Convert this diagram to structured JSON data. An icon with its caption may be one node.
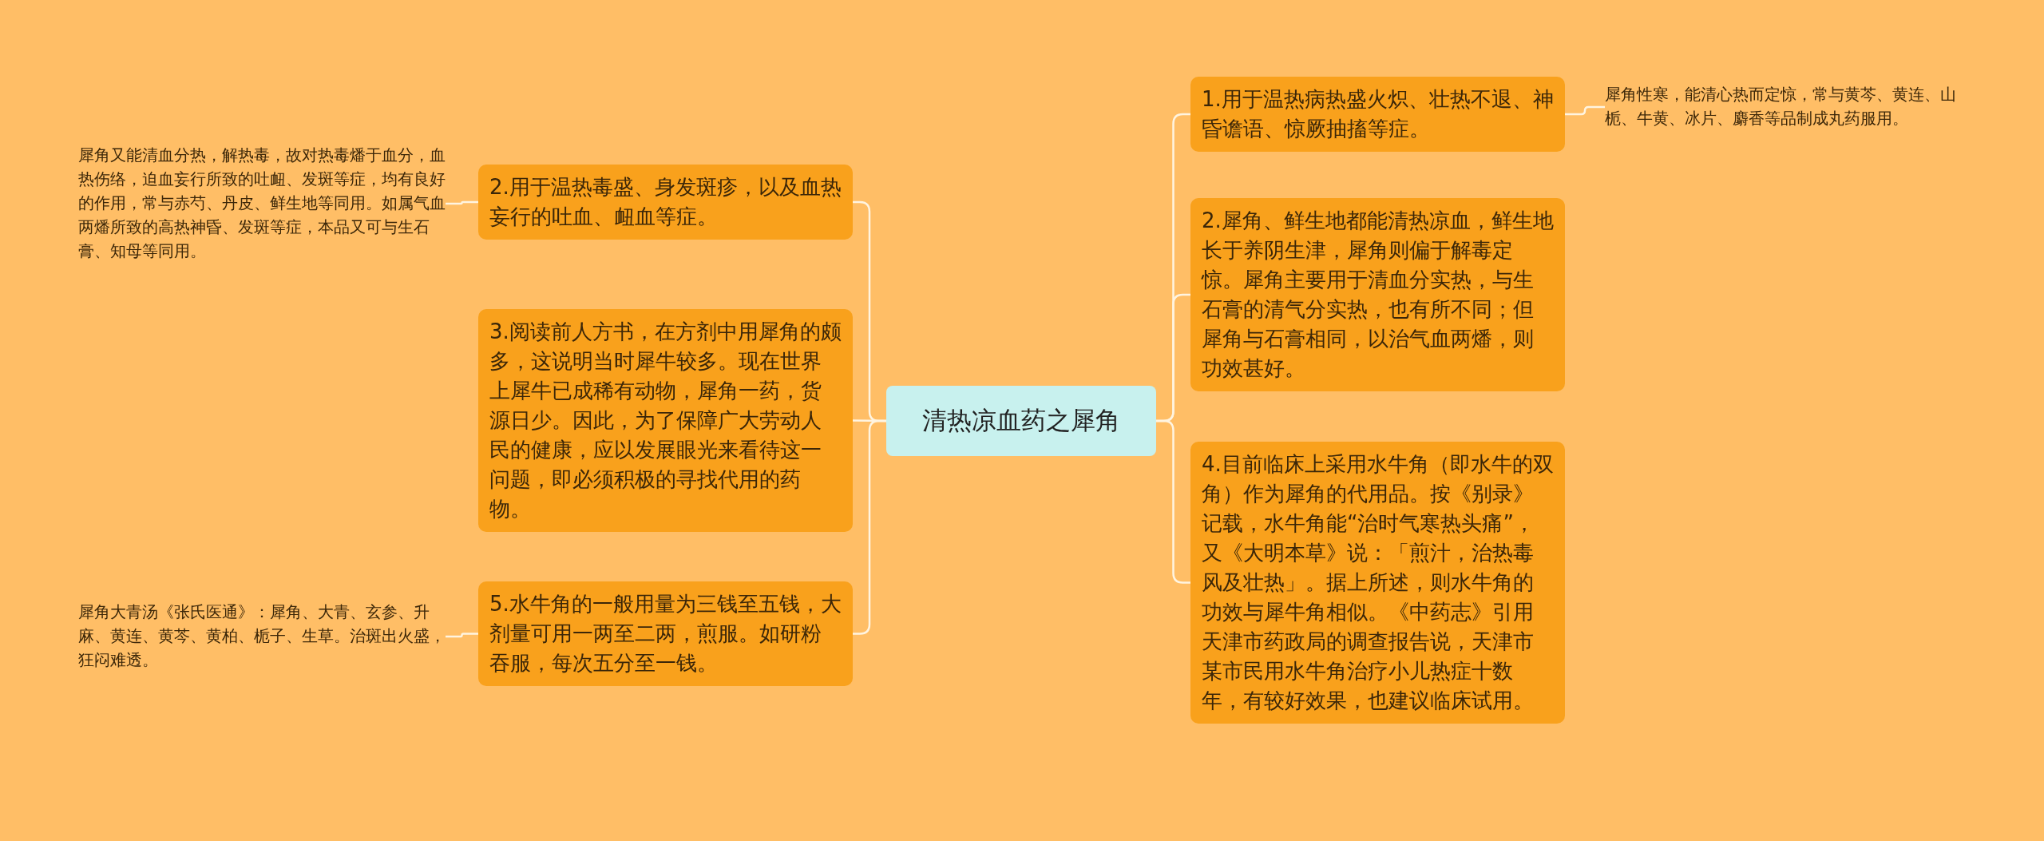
{
  "diagram": {
    "nodes": [
      {
        "text": [
          "清热凉血药之犀角"
        ]
      },
      {
        "text": [
          "2.用于温热毒盛、身发斑疹，以及血热妄行的吐血、衄血等症。"
        ]
      },
      {
        "text": [
          "犀角又能清血分热，解热毒，故对热毒燔于血分，血热伤络，迫血妄行所致的吐衄、发斑等症，均有良好的作用，常与赤芍、丹皮、鲜生地等同用。如属气血两燔所致的高热神昏、发斑等症，本品又可与生石膏、知母等同用。"
        ]
      },
      {
        "text": [
          "3.阅读前人方书，在方剂中用犀角的颇多，这说明当时犀牛较多。现在世界上犀牛已成稀有动物，犀角一药，货源日少。因此，为了保障广大劳动人民的健康，应以发展眼光来看待这一问题，即必须积极的寻找代用的药物。"
        ]
      },
      {
        "text": [
          "5.水牛角的一般用量为三钱至五钱，大剂量可用一两至二两，煎服。如研粉吞服，每次五分至一钱。"
        ]
      },
      {
        "text": [
          "犀角大青汤《张氏医通》：犀角、大青、玄参、升麻、黄连、黄芩、黄柏、栀子、生草。治斑出火盛，狂闷难透。"
        ]
      },
      {
        "text": [
          "1.用于温热病热盛火炽、壮热不退、神昏谵语、惊厥抽搐等症。"
        ]
      },
      {
        "text": [
          "犀角性寒，能清心热而定惊，常与黄芩、黄连、山栀、牛黄、冰片、麝香等品制成丸药服用。"
        ]
      },
      {
        "text": [
          "2.犀角、鲜生地都能清热凉血，鲜生地长于养阴生津，犀角则偏于解毒定惊。犀角主要用于清血分实热，与生石膏的清气分实热，也有所不同；但犀角与石膏相同，以治气血两燔，则功效甚好。"
        ]
      },
      {
        "text": [
          "4.目前临床上采用水牛角（即水牛的双角）作为犀角的代用品。按《别录》记载，水牛角能“治时气寒热头痛”，又《大明本草》说：「煎汁，治热毒风及壮热」。据上所述，则水牛角的功效与犀牛角相似。《中药志》引用天津市药政局的调查报告说，天津市某市民用水牛角治疗小儿热症十数年，有较好效果，也建议临床试用。"
        ]
      }
    ],
    "edges": [
      {
        "from": 0,
        "to": 1,
        "arrow": "none"
      },
      {
        "from": 1,
        "to": 2,
        "arrow": "none"
      },
      {
        "from": 0,
        "to": 3,
        "arrow": "none"
      },
      {
        "from": 0,
        "to": 4,
        "arrow": "none"
      },
      {
        "from": 4,
        "to": 5,
        "arrow": "none"
      },
      {
        "from": 0,
        "to": 6,
        "arrow": "none"
      },
      {
        "from": 6,
        "to": 7,
        "arrow": "none"
      },
      {
        "from": 0,
        "to": 8,
        "arrow": "none"
      },
      {
        "from": 0,
        "to": 9,
        "arrow": "none"
      }
    ]
  }
}
